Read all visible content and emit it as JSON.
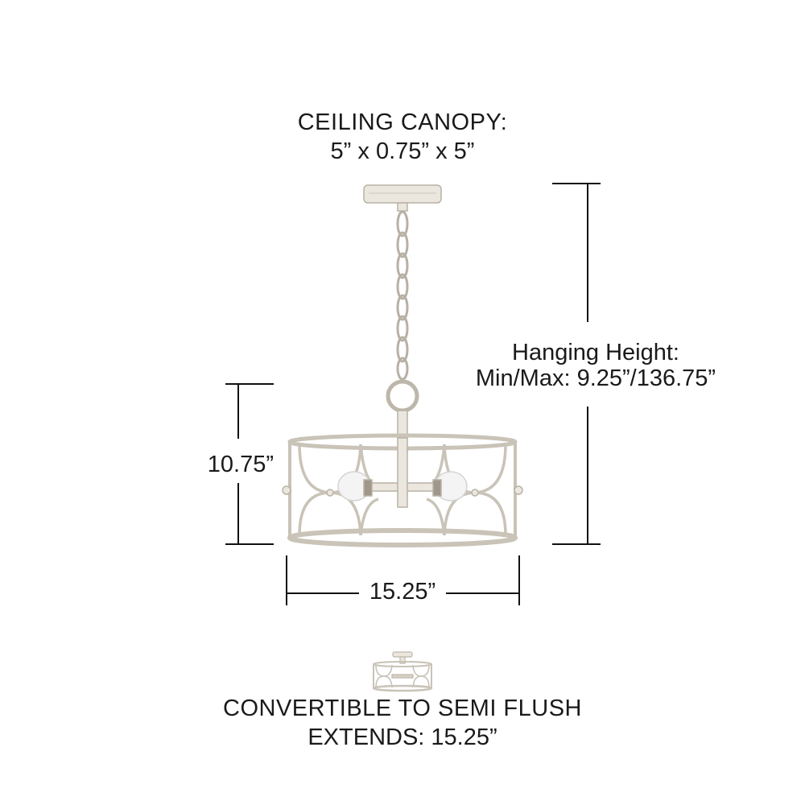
{
  "canopy": {
    "title": "CEILING CANOPY:",
    "dimensions": "5” x 0.75” x 5”"
  },
  "hanging_height": {
    "title": "Hanging Height:",
    "values": "Min/Max: 9.25”/136.75”"
  },
  "fixture": {
    "height": "10.75”",
    "width": "15.25”"
  },
  "semi_flush": {
    "title": "CONVERTIBLE TO SEMI FLUSH",
    "extends": "EXTENDS: 15.25”"
  },
  "colors": {
    "line": "#111111",
    "metal": "#c9c3b8",
    "metal_light": "#ebe7df"
  },
  "icons": {
    "main": "pendant-light-fixture-icon",
    "thumbnail": "semi-flush-fixture-icon"
  }
}
